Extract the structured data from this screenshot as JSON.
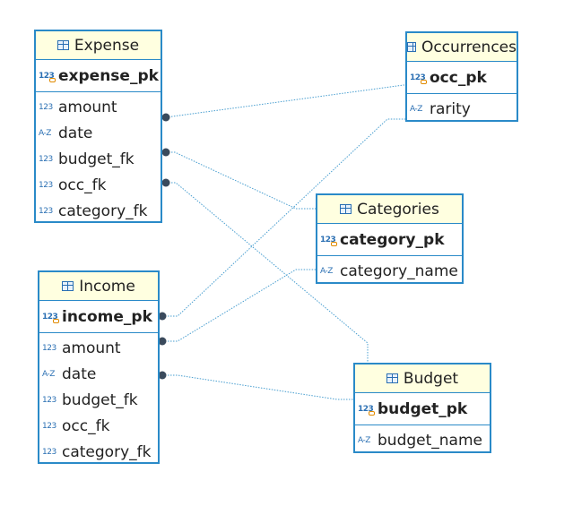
{
  "type_labels": {
    "numeric": "123",
    "text": "A-Z"
  },
  "entities": {
    "expense": {
      "title": "Expense",
      "pk": "expense_pk",
      "fields": [
        "amount",
        "date",
        "budget_fk",
        "occ_fk",
        "category_fk"
      ]
    },
    "occurrences": {
      "title": "Occurrences",
      "pk": "occ_pk",
      "fields": [
        "rarity"
      ]
    },
    "categories": {
      "title": "Categories",
      "pk": "category_pk",
      "fields": [
        "category_name"
      ]
    },
    "income": {
      "title": "Income",
      "pk": "income_pk",
      "fields": [
        "amount",
        "date",
        "budget_fk",
        "occ_fk",
        "category_fk"
      ]
    },
    "budget": {
      "title": "Budget",
      "pk": "budget_pk",
      "fields": [
        "budget_name"
      ]
    }
  },
  "colors": {
    "border": "#2a8ac8",
    "header_bg": "#ffffe0",
    "connector": "#4a9fd0",
    "endpoint": "#3a4a5c"
  }
}
